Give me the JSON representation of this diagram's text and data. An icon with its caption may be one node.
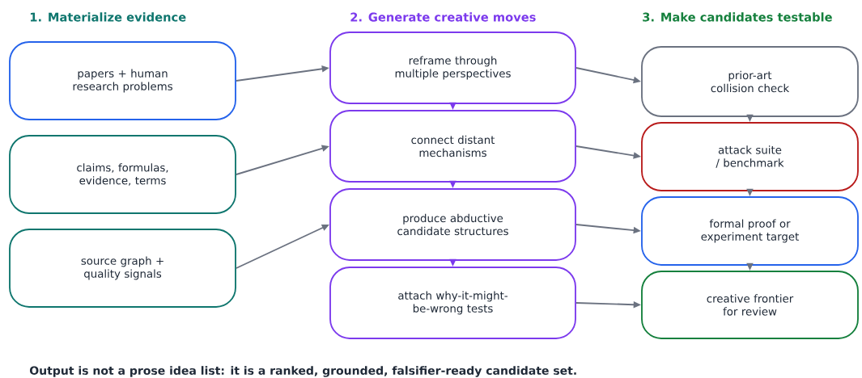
{
  "diagram": {
    "caption": "Output is not a prose idea list: it is a ranked, grounded, falsifier-ready candidate set.",
    "nodes": [
      {
        "text": [
          "papers + human research problems"
        ]
      },
      {
        "text": [
          "claims, formulas, evidence, terms"
        ]
      },
      {
        "text": [
          "source graph + quality signals"
        ]
      },
      {
        "text": [
          "reframe through multiple perspectives"
        ]
      },
      {
        "text": [
          "connect distant mechanisms"
        ]
      },
      {
        "text": [
          "produce abductive candidate structures"
        ]
      },
      {
        "text": [
          "attach why-it-might-be-wrong tests"
        ]
      },
      {
        "text": [
          "prior-art collision check"
        ]
      },
      {
        "text": [
          "attack suite / benchmark"
        ]
      },
      {
        "text": [
          "formal proof or experiment target"
        ]
      },
      {
        "text": [
          "creative frontier for review"
        ]
      }
    ],
    "edges": [
      {
        "from": 0,
        "to": 3,
        "arrow": "to"
      },
      {
        "from": 1,
        "to": 4,
        "arrow": "to"
      },
      {
        "from": 2,
        "to": 5,
        "arrow": "to"
      },
      {
        "from": 3,
        "to": 4,
        "arrow": "to",
        "color": "#7c3aed"
      },
      {
        "from": 4,
        "to": 5,
        "arrow": "to",
        "color": "#7c3aed"
      },
      {
        "from": 5,
        "to": 6,
        "arrow": "to",
        "color": "#7c3aed"
      },
      {
        "from": 3,
        "to": 7,
        "arrow": "to"
      },
      {
        "from": 4,
        "to": 8,
        "arrow": "to"
      },
      {
        "from": 5,
        "to": 9,
        "arrow": "to"
      },
      {
        "from": 6,
        "to": 10,
        "arrow": "to"
      },
      {
        "from": 7,
        "to": 8,
        "arrow": "to"
      },
      {
        "from": 8,
        "to": 9,
        "arrow": "to"
      },
      {
        "from": 9,
        "to": 10,
        "arrow": "to"
      }
    ],
    "labels": [
      "1. Materialize evidence",
      "2. Generate creative moves",
      "3. Make candidates testable"
    ]
  }
}
